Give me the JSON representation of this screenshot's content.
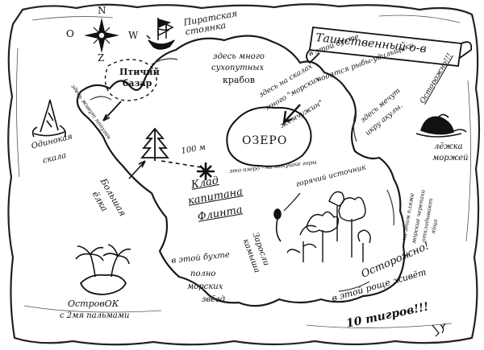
{
  "map": {
    "compass": {
      "n": "N",
      "o": "O",
      "w": "W",
      "z": "Z"
    },
    "title": "Таинственный о-в",
    "labels": {
      "pirate_parking": "Пиратская стоянка",
      "parrot_bazaar_1": "Птичий",
      "parrot_bazaar_2": "базар",
      "crabs_1": "здесь много",
      "crabs_2": "сухопутных",
      "crabs_3": "крабов",
      "fish_1": "в этой бухте",
      "fish_2": "водятся рыбы-удильщики",
      "pearls_1": "здесь на скалах",
      "pearls_2": "много \"морских",
      "pearls_3": "жемчужин\"",
      "sharks_1": "здесь мечут",
      "sharks_2": "икру акулы.",
      "careful_small": "Осторожно!!!",
      "walrus_1": "лёжка",
      "walrus_2": "моржей",
      "lake": "ОЗЕРО",
      "lake_note": "это озеро - на макушке горы",
      "lonely_1": "Одинокая",
      "lonely_2": "скала",
      "spruce_1": "Большая",
      "spruce_2": "ёлка",
      "distance": "100 м",
      "treasure_1": "Клад",
      "treasure_2": "капитана",
      "treasure_3": "Флинта",
      "hot_spring": "горячий источник",
      "thickets_1": "Заросли",
      "thickets_2": "камыша",
      "starfish_1": "в этой бухте",
      "starfish_2": "полно",
      "starfish_3": "морских",
      "starfish_4": "звёзд",
      "beach_1": "на этом пляже",
      "beach_2": "морские черепахи",
      "beach_3": "откладывают",
      "beach_4": "яйца",
      "islet_1": "ОстровОК",
      "islet_2": "с 2мя пальмами",
      "tigers_1": "Осторожно!",
      "tigers_2": "в этой роще живёт",
      "tigers_3": "10 тигров!!!",
      "parrot_small": "здесь живут попугаи"
    }
  }
}
